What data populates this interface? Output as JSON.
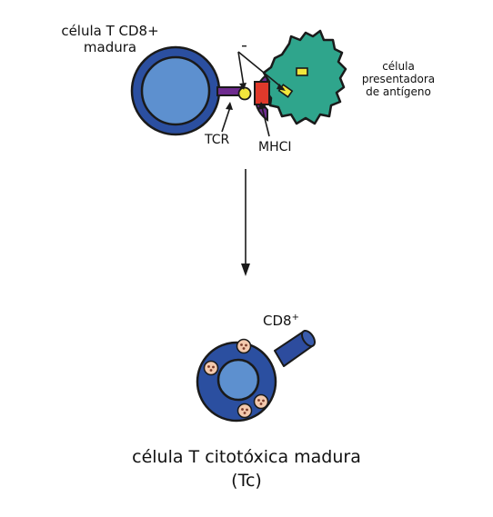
{
  "labels": {
    "mature_cd8_cell_line1": "célula T CD8+",
    "mature_cd8_cell_line2": "madura",
    "apc_line1": "célula",
    "apc_line2": "presentadora",
    "apc_line3": "de antígeno",
    "tcr": "TCR",
    "mhc": "MHCI",
    "cd8_base": "CD8",
    "cd8_sup": "+",
    "cytotoxic_line1": "célula T citotóxica madura",
    "cytotoxic_line2": "(Tc)"
  },
  "colors": {
    "t_cell_outer": "#2b4fa0",
    "t_cell_inner": "#5d90cf",
    "cd8_cylinder": "#2d4c9e",
    "apc_body": "#2fa58c",
    "antigen": "#f2e63c",
    "tcr_receptor": "#6e2b8f",
    "mhc_molecule": "#e0392b",
    "granule_fill": "#f3c9ad",
    "granule_dot": "#7a3b2a",
    "outline": "#1a1a1a"
  }
}
